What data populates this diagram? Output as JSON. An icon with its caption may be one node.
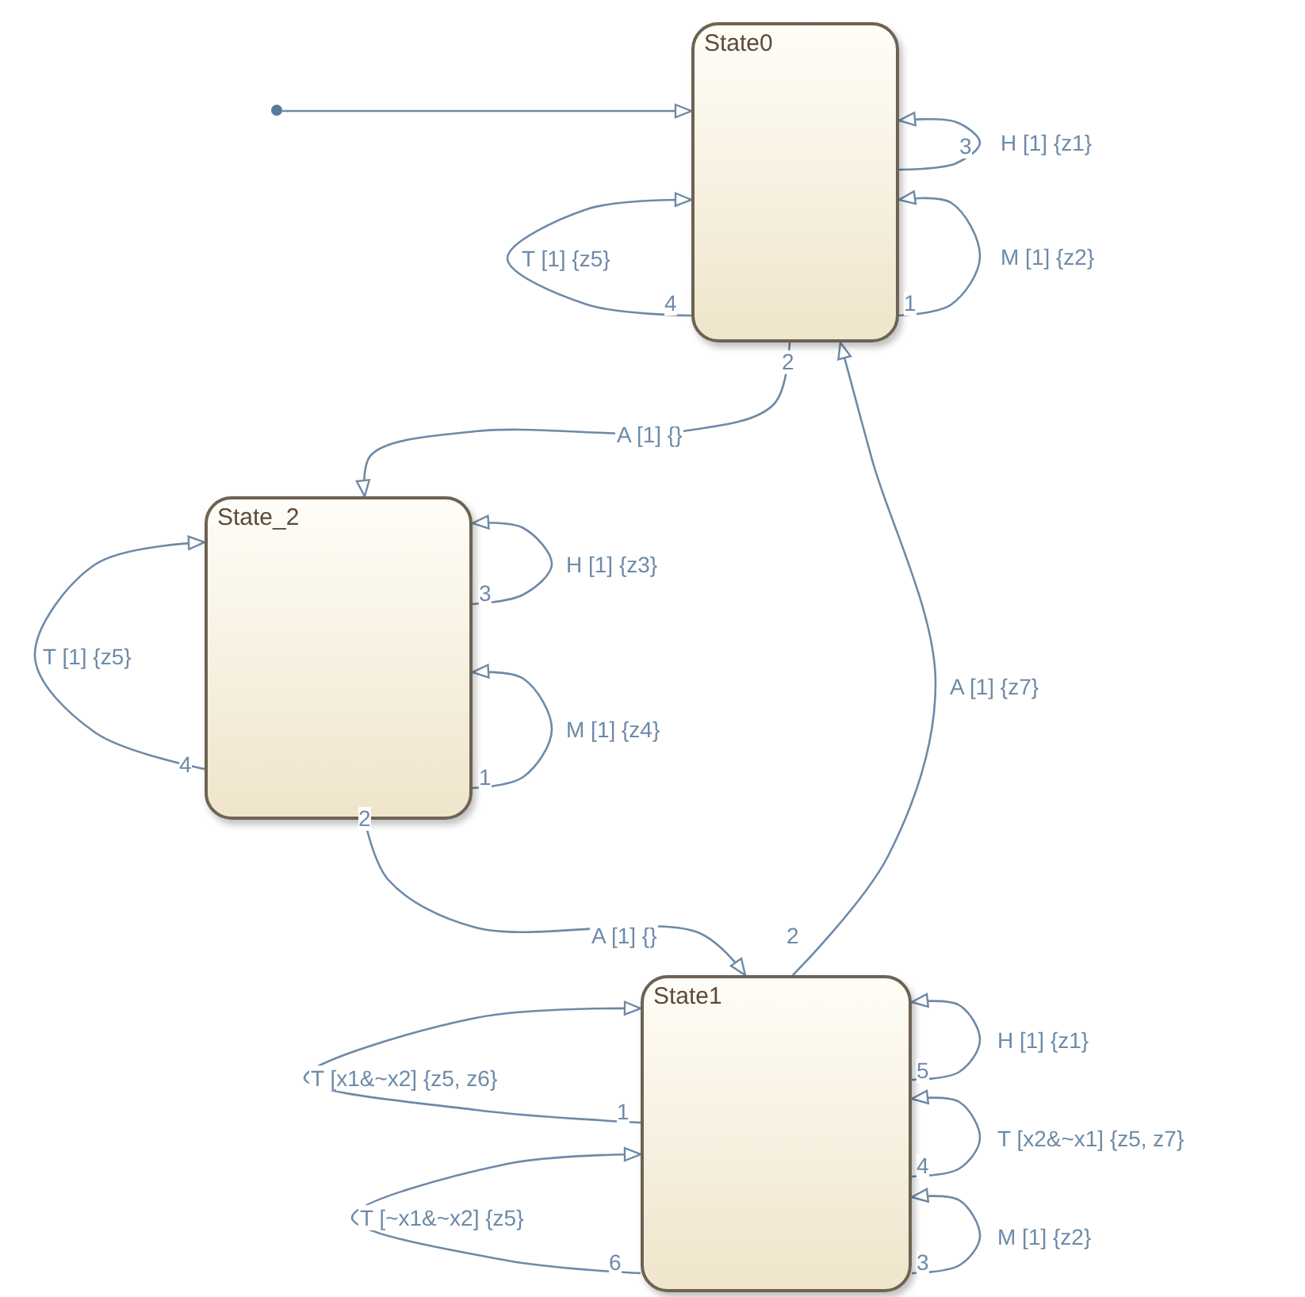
{
  "diagram": {
    "nodes": [
      {
        "text": [
          "State0"
        ]
      },
      {
        "text": [
          "State_2"
        ]
      },
      {
        "text": [
          "State1"
        ]
      },
      {
        "text": [],
        "shape": "circle"
      }
    ],
    "edges": [
      {
        "from": 3,
        "to": 0,
        "arrow": "to"
      },
      {
        "from": 0,
        "to": 0,
        "label": "H [1] {z1}",
        "arrow": "to"
      },
      {
        "from": 0,
        "to": 0,
        "label": "T [1] {z5}",
        "arrow": "to"
      },
      {
        "from": 0,
        "to": 0,
        "label": "M [1] {z2}",
        "arrow": "to"
      },
      {
        "from": 0,
        "to": 1,
        "label": "A [1] {}",
        "arrow": "to"
      },
      {
        "from": 1,
        "to": 1,
        "label": "H [1] {z3}",
        "arrow": "to"
      },
      {
        "from": 1,
        "to": 1,
        "label": "T [1] {z5}",
        "arrow": "to"
      },
      {
        "from": 1,
        "to": 1,
        "label": "M [1] {z4}",
        "arrow": "to"
      },
      {
        "from": 1,
        "to": 2,
        "label": "A [1] {}",
        "arrow": "to"
      },
      {
        "from": 2,
        "to": 0,
        "label": "A [1] {z7}",
        "arrow": "to"
      },
      {
        "from": 2,
        "to": 2,
        "label": "T [x1&~x2] {z5, z6}",
        "arrow": "to"
      },
      {
        "from": 2,
        "to": 2,
        "label": "T [~x1&~x2] {z5}",
        "arrow": "to"
      },
      {
        "from": 2,
        "to": 2,
        "label": "H [1] {z1}",
        "arrow": "to"
      },
      {
        "from": 2,
        "to": 2,
        "label": "T [x2&~x1] {z5, z7}",
        "arrow": "to"
      },
      {
        "from": 2,
        "to": 2,
        "label": "M [1] {z2}",
        "arrow": "to"
      }
    ],
    "labels": [
      "3",
      "4",
      "1",
      "2",
      "3",
      "4",
      "1",
      "2",
      "2",
      "5",
      "1",
      "4",
      "6",
      "3"
    ]
  }
}
